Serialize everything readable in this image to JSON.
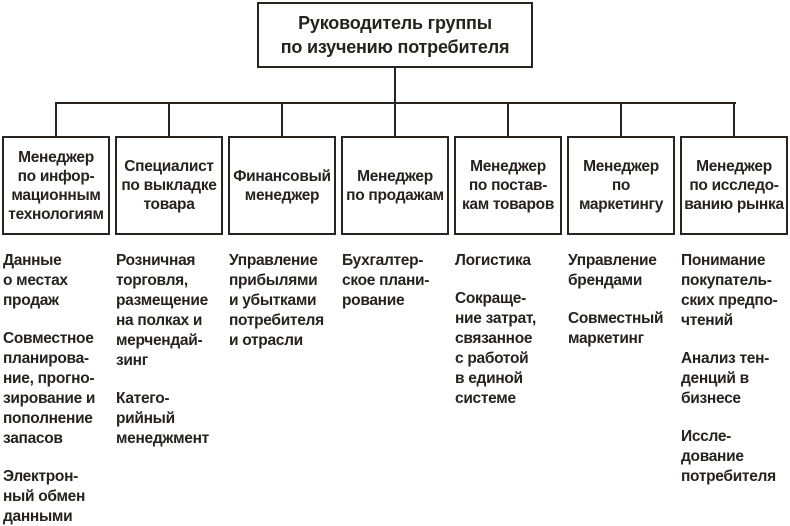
{
  "diagram": {
    "title": "Руководитель группы\nпо изучению потребителя"
  },
  "columns": [
    {
      "role": "Менеджер\nпо инфор-\nмационным\nтехнологиям",
      "duties": [
        "Данные\nо местах\nпродаж",
        "Совместное\nпланирова-\nние, прогно-\nзирование и\nпополнение\nзапасов",
        "Электрон-\nный обмен\nданными"
      ]
    },
    {
      "role": "Специалист\nпо выкладке\nтовара",
      "duties": [
        "Розничная\nторговля,\nразмещение\nна полках и\nмерчендай-\nзинг",
        "Катего-\nрийный\nменеджмент"
      ]
    },
    {
      "role": "Финансовый\nменеджер",
      "duties": [
        "Управление\nприбылями\nи убытками\nпотребителя\nи отрасли"
      ]
    },
    {
      "role": "Менеджер\nпо продажам",
      "duties": [
        "Бухгалтер-\nское плани-\nрование"
      ]
    },
    {
      "role": "Менеджер\nпо постав-\nкам товаров",
      "duties": [
        "Логистика",
        "Сокраще-\nние затрат,\nсвязанное\nс работой\nв единой\nсистеме"
      ]
    },
    {
      "role": "Менеджер\nпо\nмаркетингу",
      "duties": [
        "Управление\nбрендами",
        "Совместный\nмаркетинг"
      ]
    },
    {
      "role": "Менеджер\nпо исследо-\nванию рынка",
      "duties": [
        "Понимание\nпокупатель-\nских предпо-\nчтений",
        "Анализ тен-\nденций в\nбизнесе",
        "Иссле-\nдование\nпотребителя"
      ]
    }
  ],
  "colors": {
    "line": "#2a2420",
    "text": "#272120",
    "background": "#ffffff"
  }
}
